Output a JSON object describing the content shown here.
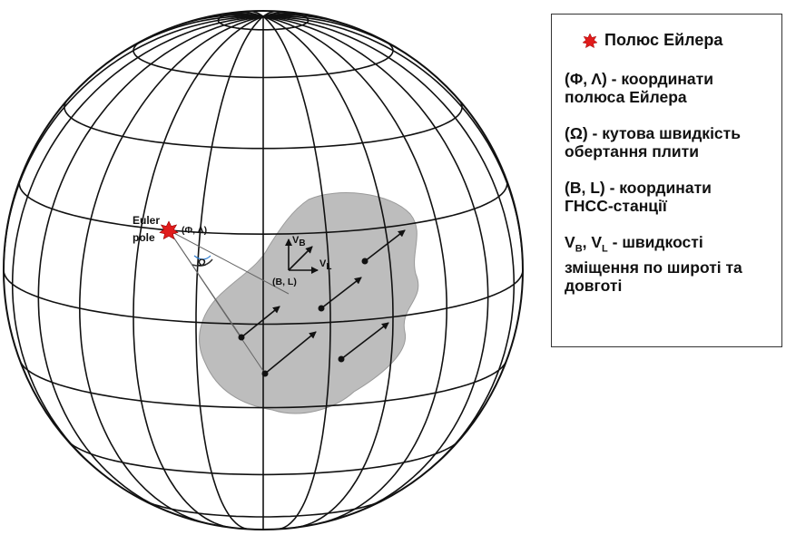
{
  "globe": {
    "euler_label_line1": "Euler",
    "euler_label_line2": "pole",
    "pole_coords_label": "(Φ, Λ)",
    "omega_label": "Ω",
    "station_label": "(B, L)",
    "vb_main": "V",
    "vb_sub": "B",
    "vl_main": "V",
    "vl_sub": "L"
  },
  "legend": {
    "title": "Полюс Ейлера",
    "item1": "(Φ, Λ) - координати\nполюса Ейлера",
    "item2": "(Ω) - кутова швидкість\nобертання плити",
    "item3": "(B, L) - координати\nГНСС-станції",
    "item4_v1": "V",
    "item4_s1": "B",
    "item4_mid": ", V",
    "item4_s2": "L",
    "item4_rest": " - швидкості\nзміщення по широті та\nдовготі"
  },
  "colors": {
    "pole_star": "#e01b1b",
    "plate_fill": "#bdbdbd",
    "grid_line": "#111111"
  }
}
